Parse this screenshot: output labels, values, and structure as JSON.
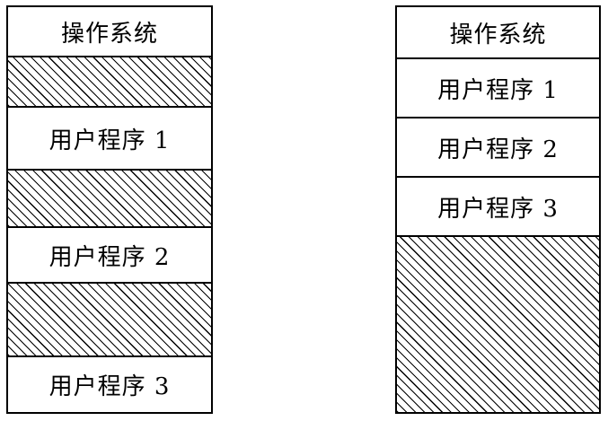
{
  "left_memory": {
    "os_label": "操作系统",
    "program1_label": "用户程序 1",
    "program2_label": "用户程序 2",
    "program3_label": "用户程序 3"
  },
  "right_memory": {
    "os_label": "操作系统",
    "program1_label": "用户程序 1",
    "program2_label": "用户程序 2",
    "program3_label": "用户程序 3"
  }
}
